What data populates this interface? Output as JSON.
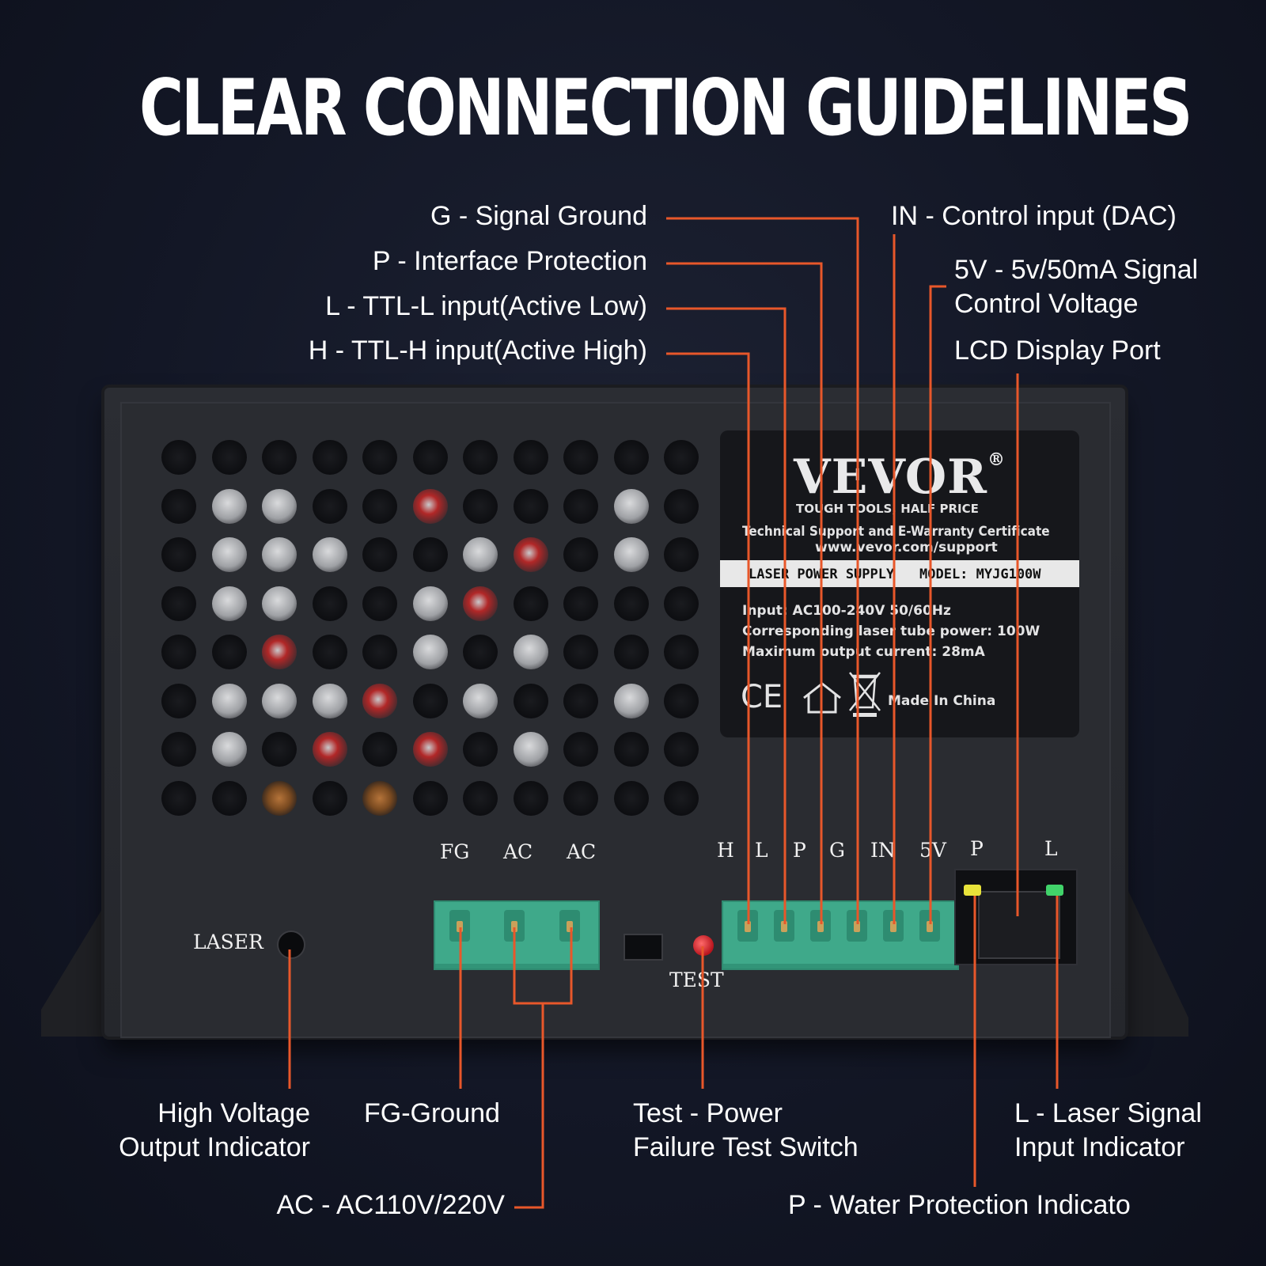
{
  "title": "CLEAR CONNECTION GUIDELINES",
  "callouts": {
    "g": "G - Signal Ground",
    "p": "P - Interface Protection",
    "l": "L - TTL-L input(Active Low)",
    "h": "H -  TTL-H input(Active High)",
    "in": "IN - Control input (DAC)",
    "v5_line1": "5V - 5v/50mA Signal",
    "v5_line2": "Control Voltage",
    "lcd": "LCD Display Port",
    "hv_line1": "High Voltage",
    "hv_line2": "Output Indicator",
    "fg": "FG-Ground",
    "ac": "AC - AC110V/220V",
    "test_line1": "Test - Power",
    "test_line2": "Failure Test Switch",
    "lsig_line1": "L - Laser Signal",
    "lsig_line2": "Input Indicator",
    "water": "P - Water Protection Indicato"
  },
  "device": {
    "brand": "VEVOR",
    "registered": "®",
    "slogan": "TOUGH TOOLS, HALF PRICE",
    "support_line": "Technical Support and E-Warranty Certificate",
    "support_url": "www.vevor.com/support",
    "product": "LASER POWER SUPPLY",
    "model": "MODEL: MYJG100W",
    "input": "Input: AC100-240V  50/60Hz",
    "tube_power": "Corresponding laser tube power: 100W",
    "max_current": "Maximum output current: 28mA",
    "ce": "CE",
    "made_in": "Made In China",
    "laser_label": "LASER",
    "test_label": "TEST",
    "power_pins": [
      "FG",
      "AC",
      "AC"
    ],
    "signal_pins": [
      "H",
      "L",
      "P",
      "G",
      "IN",
      "5V"
    ],
    "led_pins": [
      "P",
      "L"
    ]
  },
  "colors": {
    "background": "#131726",
    "accent_line": "#e8572a",
    "terminal_green": "#3fa98a",
    "led_yellow": "#e7e23a",
    "led_green": "#41d36a"
  }
}
